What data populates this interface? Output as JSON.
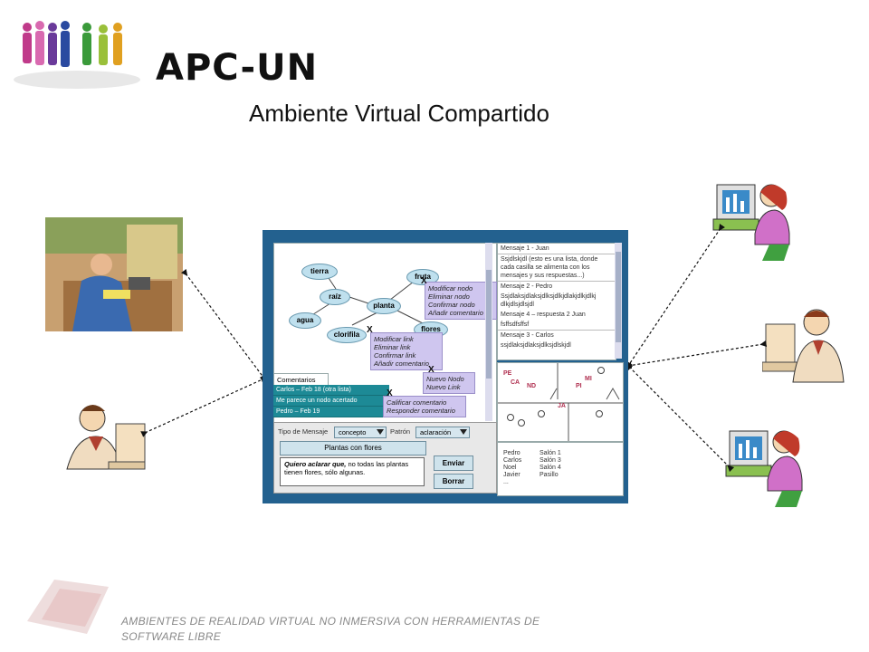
{
  "header": {
    "title": "APC-UN",
    "subtitle": "Ambiente Virtual Compartido"
  },
  "footer": {
    "text": "AMBIENTES DE REALIDAD VIRTUAL NO INMERSIVA CON HERRAMIENTAS DE SOFTWARE LIBRE"
  },
  "app": {
    "concept_map": {
      "nodes": [
        "tierra",
        "raíz",
        "fruta",
        "planta",
        "agua",
        "clorifila",
        "flores"
      ],
      "menu_node": [
        "Modificar nodo",
        "Eliminar nodo",
        "Confirmar nodo",
        "Añadir comentario"
      ],
      "menu_link": [
        "Modificar link",
        "Eliminar link",
        "Confirmar link",
        "Añadir comentario"
      ],
      "menu_new": [
        "Nuevo Nodo",
        "Nuevo Link"
      ],
      "menu_comment": [
        "Calificar comentario",
        "Responder comentario"
      ]
    },
    "comments": {
      "header": "Comentarios",
      "rows": [
        "Carlos – Feb 18 (otra lista)",
        "Me parece un nodo acertado",
        "Pedro – Feb 19"
      ]
    },
    "form": {
      "type_label": "Tipo de Mensaje",
      "type_value": "concepto",
      "pattern_label": "Patrón",
      "pattern_value": "aclaración",
      "concept": "Plantas con flores",
      "message_bold": "Quiero aclarar que,",
      "message_rest": " no todas las plantas tienen flores, sólo algunas.",
      "send_label": "Enviar",
      "clear_label": "Borrar"
    },
    "messages": [
      "Mensaje 1 - Juan",
      "Ssjdlskjdl (esto es una lista, donde cada casilla se alimenta con los mensajes y sus respuestas...)",
      "Mensaje 2 - Pedro",
      "Ssjdlaksjdlaksjdlksjdlkjdlakjdlkjdlkj dlkjdlsjdlsjdl",
      "Mensaje 4 – respuesta 2 Juan",
      "fsffsdfsffsf",
      "Mensaje 3 - Carlos",
      "ssjdlaksjdlaksjdlksjdlskjdl"
    ],
    "room_labels": [
      "PE",
      "CA",
      "ND",
      "MI",
      "PI",
      "JA"
    ],
    "users": [
      {
        "name": "Pedro",
        "room": "Salón 1"
      },
      {
        "name": "Carlos",
        "room": "Salón 3"
      },
      {
        "name": "Noel",
        "room": "Salón 4"
      },
      {
        "name": "Javier",
        "room": "Pasillo"
      },
      {
        "name": "...",
        "room": ""
      }
    ]
  }
}
